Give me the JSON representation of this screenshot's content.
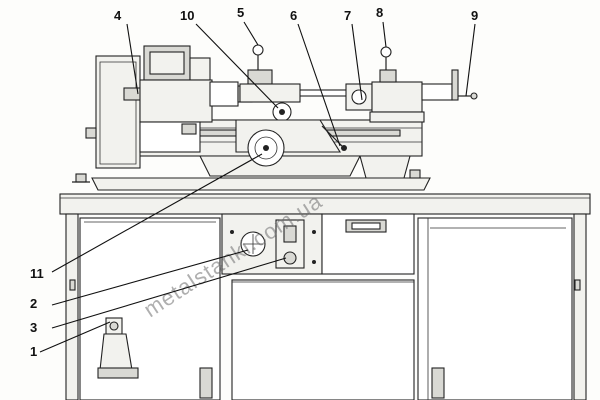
{
  "labels": {
    "l1": "1",
    "l2": "2",
    "l3": "3",
    "l4": "4",
    "l5": "5",
    "l6": "6",
    "l7": "7",
    "l8": "8",
    "l9": "9",
    "l10": "10",
    "l11": "11"
  },
  "watermark": "metalstanki.com.ua"
}
